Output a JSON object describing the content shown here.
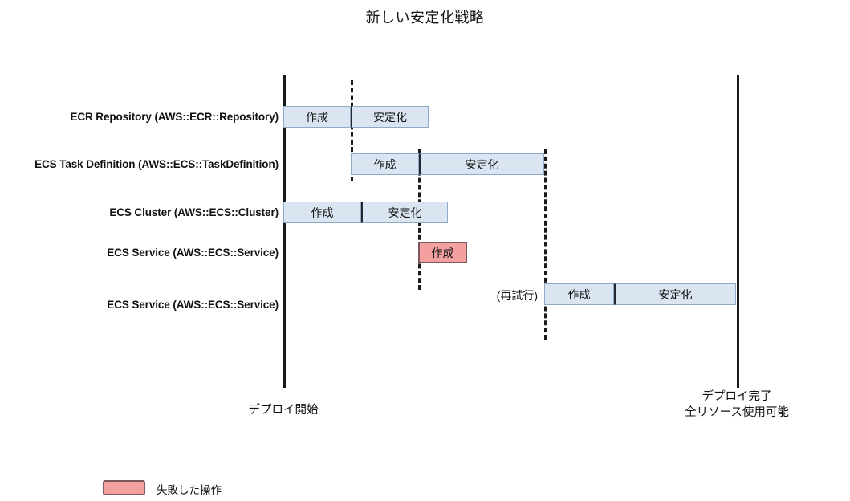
{
  "title": "新しい安定化戦略",
  "chart_data": {
    "type": "gantt",
    "title": "新しい安定化戦略",
    "xlabel": "",
    "ylabel": "",
    "axis_start_caption": [
      "デプロイ開始"
    ],
    "axis_end_caption": [
      "デプロイ完了",
      "全リソース使用可能"
    ],
    "phase_labels": {
      "create": "作成",
      "stabilize": "安定化"
    },
    "rows": [
      {
        "label": "ECR Repository (AWS::ECR::Repository)",
        "segments": [
          {
            "name": "作成",
            "status": "ok",
            "start": 0,
            "end": 84
          },
          {
            "name": "安定化",
            "status": "ok",
            "start": 84,
            "end": 181
          }
        ]
      },
      {
        "label": "ECS Task Definition (AWS::ECS::TaskDefinition)",
        "segments": [
          {
            "name": "作成",
            "status": "ok",
            "start": 84,
            "end": 169
          },
          {
            "name": "安定化",
            "status": "ok",
            "start": 169,
            "end": 325
          }
        ]
      },
      {
        "label": "ECS Cluster (AWS::ECS::Cluster)",
        "segments": [
          {
            "name": "作成",
            "status": "ok",
            "start": 0,
            "end": 97
          },
          {
            "name": "安定化",
            "status": "ok",
            "start": 97,
            "end": 205
          }
        ]
      },
      {
        "label": "ECS Service (AWS::ECS::Service)",
        "note": "",
        "segments": [
          {
            "name": "作成",
            "status": "failed",
            "start": 168,
            "end": 229
          }
        ]
      },
      {
        "label": "ECS Service (AWS::ECS::Service)",
        "note": "(再試行)",
        "segments": [
          {
            "name": "作成",
            "status": "ok",
            "start": 325,
            "end": 412
          },
          {
            "name": "安定化",
            "status": "ok",
            "start": 412,
            "end": 564
          }
        ]
      }
    ],
    "markers": [
      {
        "kind": "solid",
        "name": "deploy-start"
      },
      {
        "kind": "solid",
        "name": "deploy-complete"
      },
      {
        "kind": "dashed",
        "name": "checkpoint-1"
      },
      {
        "kind": "dashed",
        "name": "checkpoint-2"
      },
      {
        "kind": "dashed",
        "name": "checkpoint-3"
      }
    ]
  },
  "legend": {
    "items": [
      {
        "label": "失敗した操作",
        "color": "#f5a0a0"
      }
    ]
  },
  "colors": {
    "ok_fill": "#dbe5f1",
    "ok_border": "#8ea9c9",
    "failed_fill": "#f5a0a0",
    "failed_border": "#7a5a5a",
    "line": "#1a1a1a"
  }
}
